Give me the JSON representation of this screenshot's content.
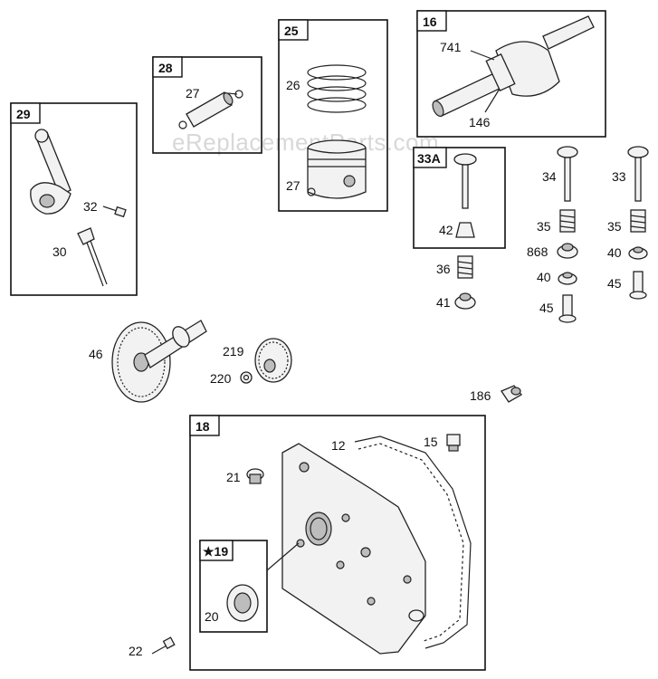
{
  "watermark": "eReplacementParts.com",
  "groups": [
    {
      "id": "29"
    },
    {
      "id": "28"
    },
    {
      "id": "25"
    },
    {
      "id": "16"
    },
    {
      "id": "33A"
    },
    {
      "id": "18"
    },
    {
      "id": "★19"
    }
  ],
  "labels": {
    "p741": "741",
    "p146": "146",
    "p26": "26",
    "p27a": "27",
    "p27b": "27",
    "p32": "32",
    "p30": "30",
    "p34": "34",
    "p33": "33",
    "p42": "42",
    "p35a": "35",
    "p35b": "35",
    "p868": "868",
    "p40a": "40",
    "p40b": "40",
    "p36": "36",
    "p41": "41",
    "p45a": "45",
    "p45b": "45",
    "p46": "46",
    "p219": "219",
    "p220": "220",
    "p186": "186",
    "p12": "12",
    "p15": "15",
    "p21": "21",
    "p20": "20",
    "p22": "22"
  }
}
